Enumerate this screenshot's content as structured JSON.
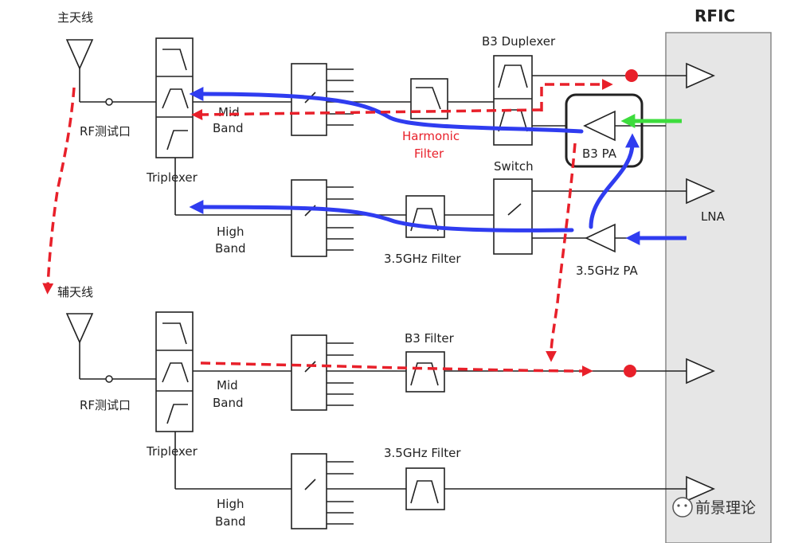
{
  "labels": {
    "main_antenna": "主天线",
    "aux_antenna": "辅天线",
    "rf_test_port_1": "RF测试口",
    "rf_test_port_2": "RF测试口",
    "triplexer_1": "Triplexer",
    "triplexer_2": "Triplexer",
    "mid_band_1_line1": "Mid",
    "mid_band_1_line2": "Band",
    "high_band_1_line1": "High",
    "high_band_1_line2": "Band",
    "mid_band_2_line1": "Mid",
    "mid_band_2_line2": "Band",
    "high_band_2_line1": "High",
    "high_band_2_line2": "Band",
    "harmonic_filter_line1": "Harmonic",
    "harmonic_filter_line2": "Filter",
    "b3_duplexer": "B3 Duplexer",
    "switch": "Switch",
    "filter_35_1": "3.5GHz Filter",
    "b3_filter": "B3 Filter",
    "filter_35_2": "3.5GHz Filter",
    "b3_pa": "B3 PA",
    "lna": "LNA",
    "pa_35": "3.5GHz PA",
    "rfic": "RFIC",
    "watermark": "前景理论"
  },
  "colors": {
    "tx_path_blue": "#2f3cf0",
    "test_path_red": "#e8202a",
    "input_green": "#3ddc3d",
    "rfic_fill": "#e6e6e6"
  }
}
